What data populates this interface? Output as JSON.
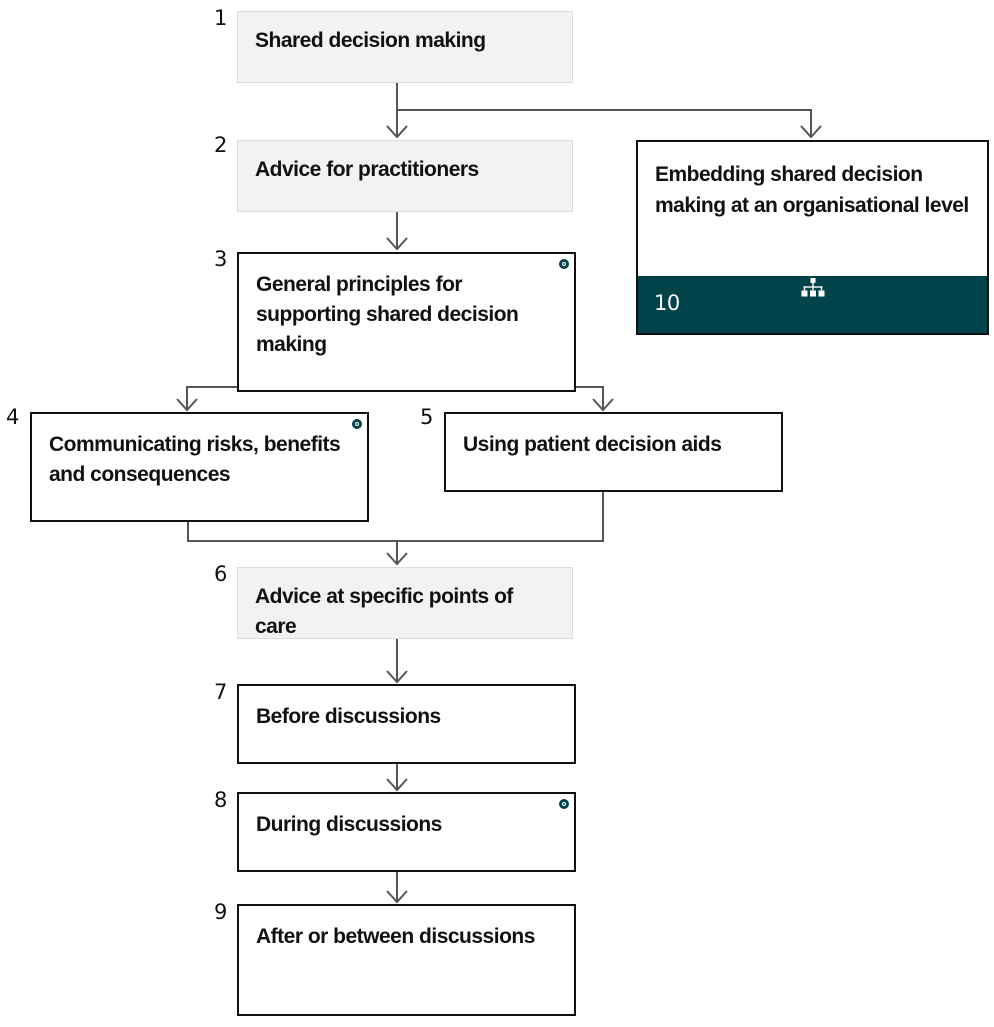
{
  "colors": {
    "accent": "#00434a",
    "step_fill_grey": "#f2f2f2",
    "connector": "#555555",
    "border": "#111111"
  },
  "nodes": [
    {
      "number": "1",
      "label": "Shared decision making"
    },
    {
      "number": "2",
      "label": "Advice for practitioners"
    },
    {
      "number": "3",
      "label": "General principles for supporting shared decision making"
    },
    {
      "number": "4",
      "label": "Communicating risks, benefits and consequences"
    },
    {
      "number": "5",
      "label": "Using patient decision aids"
    },
    {
      "number": "6",
      "label": "Advice at specific points of care"
    },
    {
      "number": "7",
      "label": "Before discussions"
    },
    {
      "number": "8",
      "label": "During discussions"
    },
    {
      "number": "9",
      "label": "After or between discussions"
    },
    {
      "number": "10",
      "label": "Embedding shared decision making at an organisational level",
      "icon": "org-chart-icon"
    }
  ],
  "markers": {
    "node_3": "info-dot-icon",
    "node_4": "info-dot-icon",
    "node_8": "info-dot-icon"
  },
  "edges": [
    {
      "from": "1",
      "to": "2"
    },
    {
      "from": "1",
      "to": "10"
    },
    {
      "from": "2",
      "to": "3"
    },
    {
      "from": "3",
      "to": "4"
    },
    {
      "from": "3",
      "to": "5"
    },
    {
      "from": "4",
      "to": "6"
    },
    {
      "from": "5",
      "to": "6"
    },
    {
      "from": "6",
      "to": "7"
    },
    {
      "from": "7",
      "to": "8"
    },
    {
      "from": "8",
      "to": "9"
    }
  ]
}
